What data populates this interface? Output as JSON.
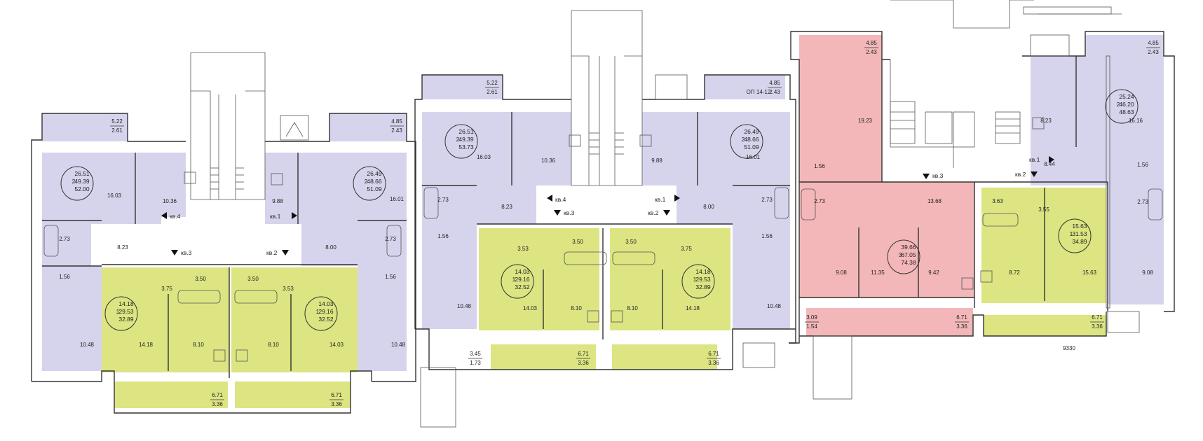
{
  "colors": {
    "two_room": "#d6d4ec",
    "one_room": "#dde482",
    "three_room": "#f3b7b9",
    "wall": "#333333",
    "background": "#ffffff"
  },
  "apartments": [
    {
      "id": "a1",
      "type": "two_room",
      "rooms": "2",
      "areas": [
        "26.51",
        "49.39",
        "52.00"
      ]
    },
    {
      "id": "a2",
      "type": "two_room",
      "rooms": "2",
      "areas": [
        "26.49",
        "48.66",
        "51.09"
      ]
    },
    {
      "id": "a3",
      "type": "one_room",
      "rooms": "1",
      "areas": [
        "14.18",
        "29.53",
        "32.89"
      ]
    },
    {
      "id": "a4",
      "type": "one_room",
      "rooms": "1",
      "areas": [
        "14.03",
        "29.16",
        "32.52"
      ]
    },
    {
      "id": "a5",
      "type": "two_room",
      "rooms": "2",
      "areas": [
        "26.51",
        "49.39",
        "53.73"
      ]
    },
    {
      "id": "a6",
      "type": "two_room",
      "rooms": "2",
      "areas": [
        "26.49",
        "48.66",
        "51.09"
      ]
    },
    {
      "id": "a7",
      "type": "one_room",
      "rooms": "1",
      "areas": [
        "14.03",
        "29.16",
        "32.52"
      ]
    },
    {
      "id": "a8",
      "type": "one_room",
      "rooms": "1",
      "areas": [
        "14.18",
        "29.53",
        "32.89"
      ]
    },
    {
      "id": "a9",
      "type": "three_room",
      "rooms": "3",
      "areas": [
        "39.66",
        "67.05",
        "74.38"
      ]
    },
    {
      "id": "a10",
      "type": "one_room",
      "rooms": "1",
      "areas": [
        "15.63",
        "31.53",
        "34.89"
      ]
    },
    {
      "id": "a11",
      "type": "two_room",
      "rooms": "2",
      "areas": [
        "25.24",
        "46.20",
        "48.63"
      ]
    }
  ],
  "room_labels": [
    "16.03",
    "10.36",
    "2.73",
    "8.23",
    "1.56",
    "10.48",
    "9.88",
    "16.01",
    "2.73",
    "8.00",
    "1.56",
    "10.48",
    "3.75",
    "3.50",
    "14.18",
    "8.10",
    "3.50",
    "3.53",
    "8.10",
    "14.03",
    "16.03",
    "10.36",
    "2.73",
    "1.56",
    "8.23",
    "10.48",
    "3.53",
    "3.50",
    "14.03",
    "8.10",
    "9.88",
    "16.01",
    "2.73",
    "8.00",
    "1.56",
    "10.48",
    "3.50",
    "3.75",
    "8.10",
    "14.18",
    "19.23",
    "1.56",
    "2.73",
    "13.68",
    "9.08",
    "11.35",
    "9.42",
    "8.23",
    "16.16",
    "1.56",
    "3.63",
    "3.55",
    "8.44",
    "2.73",
    "8.72",
    "15.63",
    "9.08"
  ],
  "balconies": [
    {
      "top": "5.22",
      "bottom": "2.61"
    },
    {
      "top": "4.85",
      "bottom": "2.43"
    },
    {
      "top": "6.71",
      "bottom": "3.36"
    },
    {
      "top": "6.71",
      "bottom": "3.36"
    },
    {
      "top": "5.22",
      "bottom": "2.61"
    },
    {
      "top": "4.85",
      "bottom": "2.43"
    },
    {
      "top": "3.45",
      "bottom": "1.73"
    },
    {
      "top": "6.71",
      "bottom": "3.36"
    },
    {
      "top": "6.71",
      "bottom": "3.36"
    },
    {
      "top": "4.85",
      "bottom": "2.43"
    },
    {
      "top": "3.09",
      "bottom": "1.54"
    },
    {
      "top": "6.71",
      "bottom": "3.36"
    },
    {
      "top": "6.71",
      "bottom": "3.36"
    },
    {
      "top": "4.85",
      "bottom": "2.43"
    }
  ],
  "quarter_labels": [
    "кв.4",
    "кв.3",
    "кв.1",
    "кв.2",
    "кв.4",
    "кв.3",
    "кв.1",
    "кв.2",
    "кв.3",
    "кв.2",
    "кв.1"
  ],
  "misc": {
    "duct_note": "ОП 14-12",
    "dimension": "9330"
  }
}
